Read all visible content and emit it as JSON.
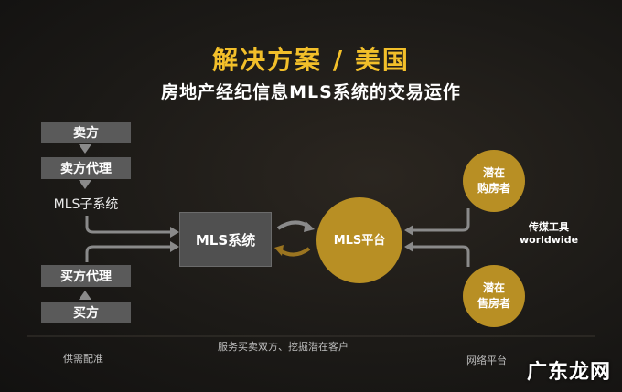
{
  "title": "解决方案 / 美国",
  "subtitle": "房地产经纪信息MLS系统的交易运作",
  "left_nodes": {
    "seller": "卖方",
    "seller_agent": "卖方代理",
    "mls_subsystem": "MLS子系统",
    "buyer_agent": "买方代理",
    "buyer": "买方"
  },
  "mls_system": "MLS系统",
  "mls_platform": "MLS平台",
  "potential_buyer": "潜在\n购房者",
  "potential_seller": "潜在\n售房者",
  "media_tools": "传媒工具\nworldwide",
  "captions": {
    "left": "供需配准",
    "middle": "服务买卖双方、挖掘潜在客户",
    "right": "网络平台"
  },
  "watermark": "广东龙网",
  "colors": {
    "accent": "#f2bf2a",
    "circle": "#b88f24",
    "node": "#5a5a5a",
    "arrow": "#8a8a8a",
    "arrow_gold": "#9a7420"
  }
}
